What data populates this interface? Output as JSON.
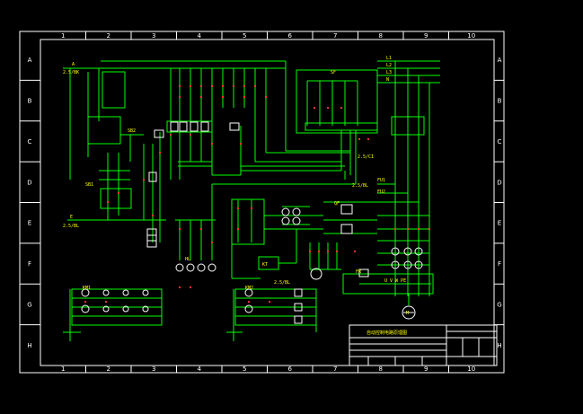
{
  "drawing": {
    "column_numbers": [
      "1",
      "2",
      "3",
      "4",
      "5",
      "6",
      "7",
      "8",
      "9",
      "10"
    ],
    "row_letters": [
      "A",
      "B",
      "C",
      "D",
      "E",
      "F",
      "G",
      "H"
    ],
    "title_block_caption": "自动控制电路原理图"
  },
  "labels": {
    "bus_a": "A",
    "bus_a_wire": "2.5/BK",
    "bus_e": "E",
    "bus_e_wire": "2.5/BL",
    "sf": "SF",
    "sf_wire": "2.5/CI",
    "phase_l1": "L1",
    "phase_l2": "L2",
    "phase_l3": "L3",
    "phase_n": "N",
    "m1_wire": "2.5/BL",
    "m2_wire": "2.5/BL",
    "terminal_row": "U  V  W  PE",
    "fu1": "FU1",
    "fu2": "FU2",
    "km1": "KM1",
    "km2": "KM2",
    "qf": "QF",
    "kt": "KT",
    "sb1": "SB1",
    "sb2": "SB2",
    "hl": "HL",
    "fr": "FR",
    "m": "M"
  },
  "colors": {
    "background": "#000000",
    "frame": "#ffffff",
    "wire": "#00ff00",
    "component": "#ffffff",
    "terminal": "#ff3333",
    "label": "#ffff00"
  }
}
